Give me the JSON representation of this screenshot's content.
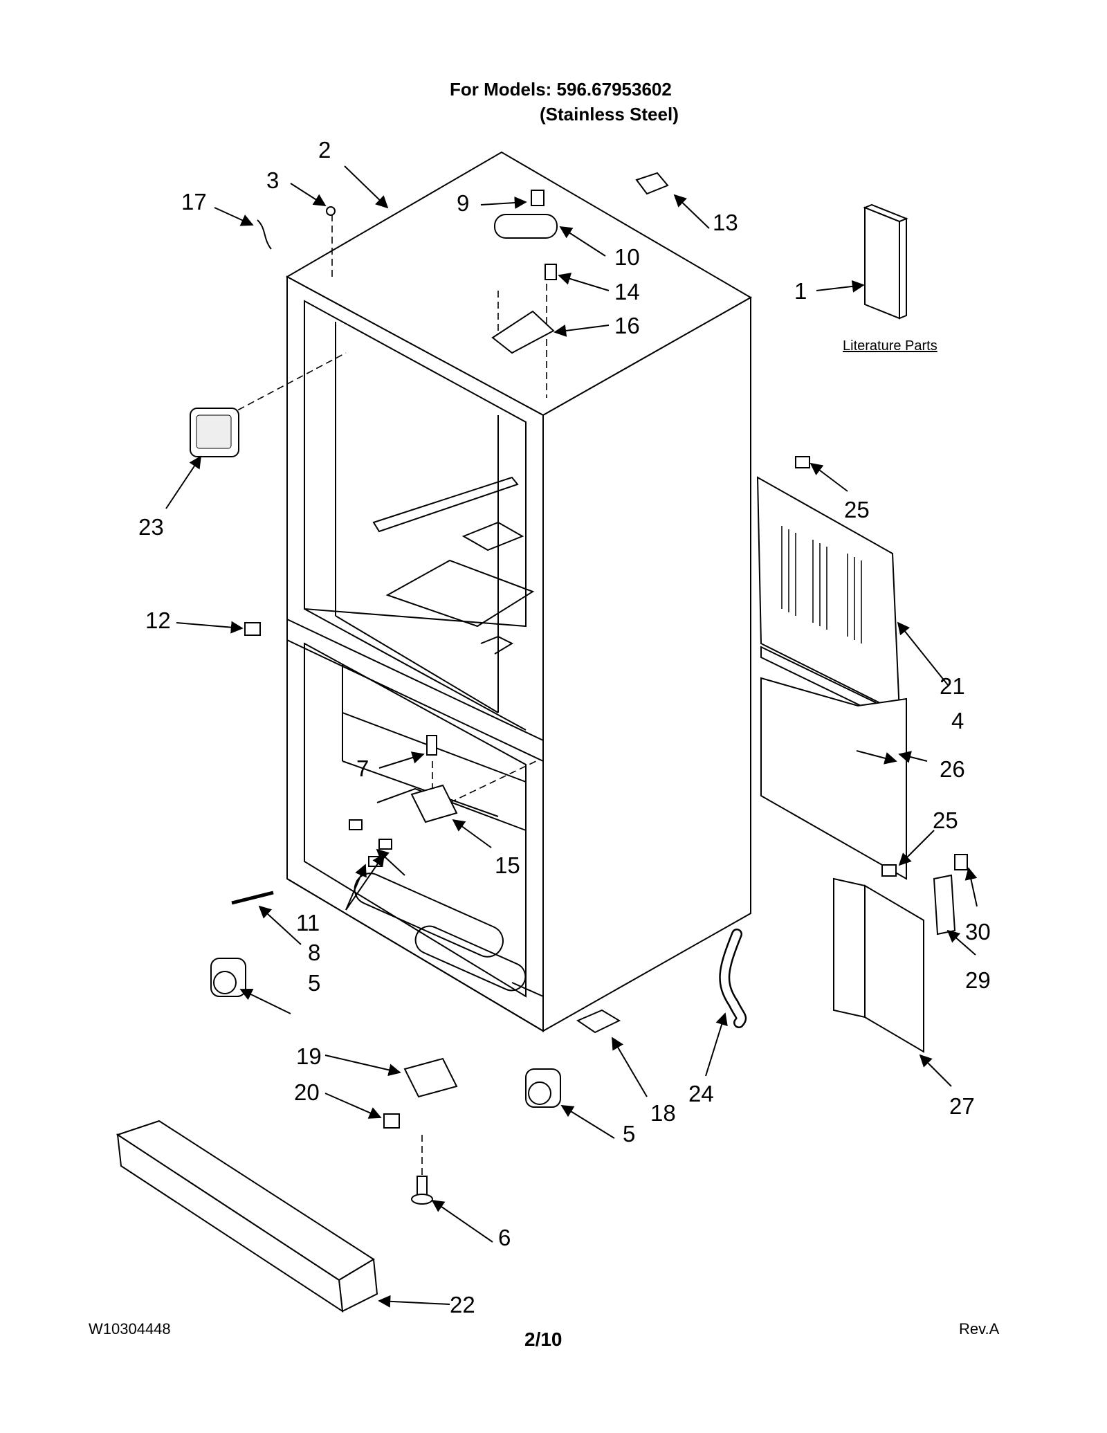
{
  "header": {
    "line1": "For Models: 596.67953602",
    "line2": "(Stainless Steel)"
  },
  "literature_label": "Literature Parts",
  "callouts": {
    "c1": "1",
    "c2": "2",
    "c3": "3",
    "c4": "4",
    "c5a": "5",
    "c5b": "5",
    "c6": "6",
    "c7": "7",
    "c8": "8",
    "c9": "9",
    "c10": "10",
    "c11": "11",
    "c12": "12",
    "c13": "13",
    "c14": "14",
    "c15": "15",
    "c16": "16",
    "c17": "17",
    "c18": "18",
    "c19": "19",
    "c20": "20",
    "c21": "21",
    "c22": "22",
    "c23": "23",
    "c24": "24",
    "c25a": "25",
    "c25b": "25",
    "c26": "26",
    "c27": "27",
    "c29": "29",
    "c30": "30"
  },
  "footer": {
    "doc_number": "W10304448",
    "page": "2/10",
    "revision": "Rev.A"
  }
}
